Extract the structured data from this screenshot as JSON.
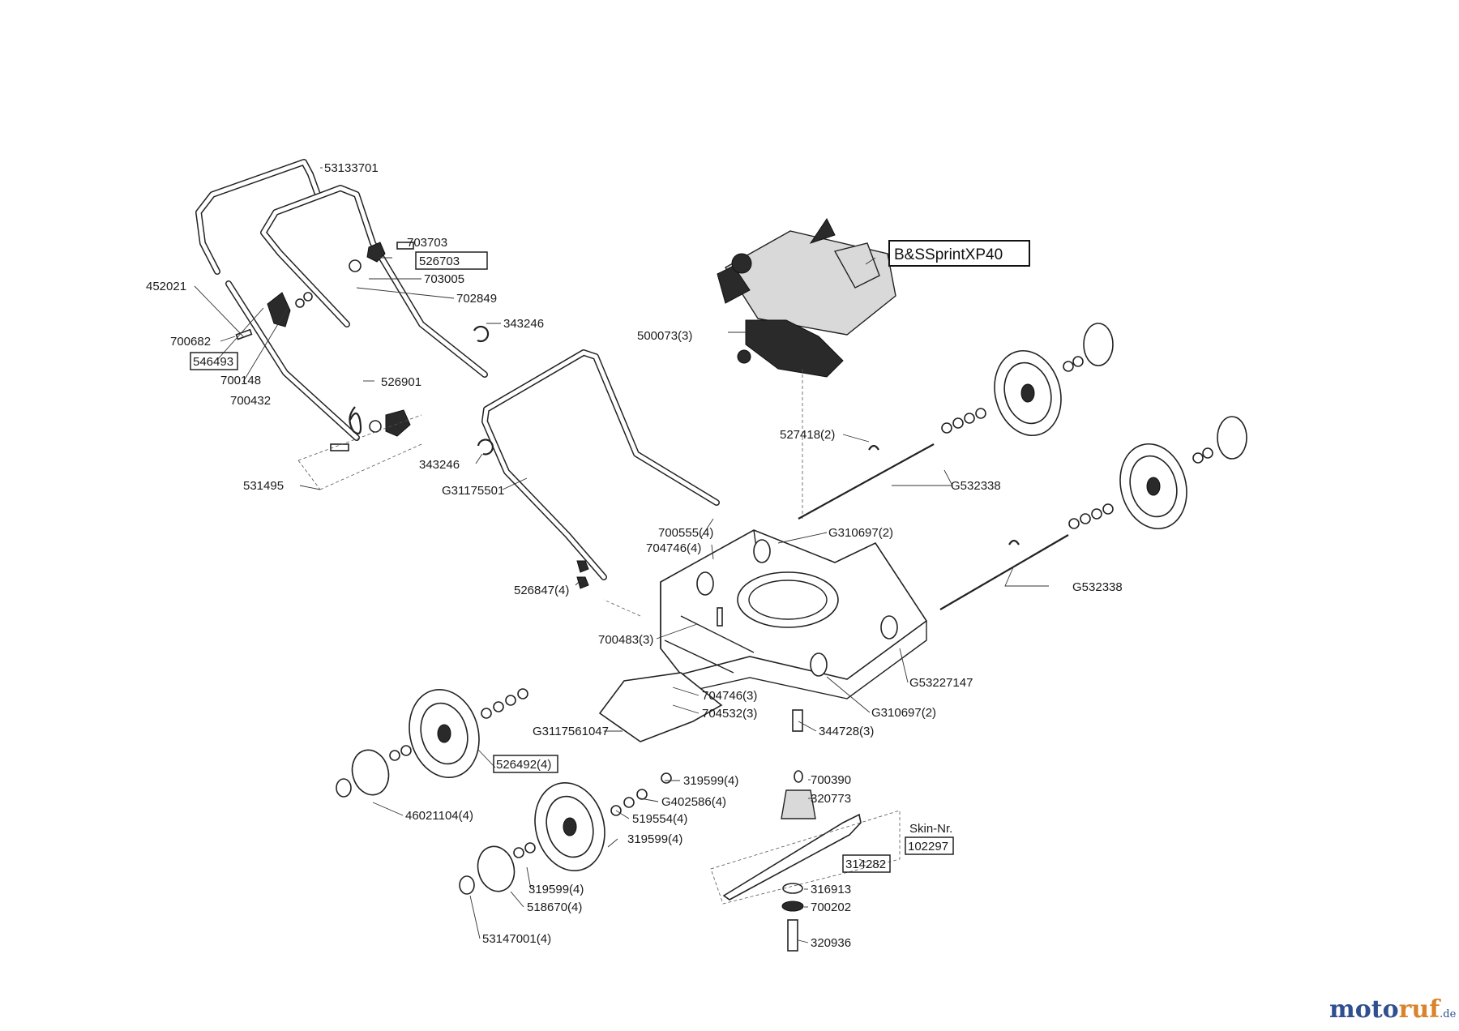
{
  "engine": {
    "label": "B&SSprintXP40"
  },
  "labels": {
    "p53133701": "53133701",
    "p703703": "703703",
    "p526703": "526703",
    "p703005": "703005",
    "p702849": "702849",
    "p452021": "452021",
    "p343246_a": "343246",
    "p700682": "700682",
    "p546493": "546493",
    "p700148": "700148",
    "p700432": "700432",
    "p526901": "526901",
    "p343246_b": "343246",
    "pG31175501": "G31175501",
    "p531495": "531495",
    "p500073": "500073(3)",
    "p527418": "527418(2)",
    "pG532338_a": "G532338",
    "pG310697_a": "G310697(2)",
    "p700555": "700555(4)",
    "p704746_a": "704746(4)",
    "pG532338_b": "G532338",
    "p526847": "526847(4)",
    "p700483": "700483(3)",
    "pG53227147": "G53227147",
    "p704746_b": "704746(3)",
    "p704532": "704532(3)",
    "pG310697_b": "G310697(2)",
    "pG3117561047": "G3117561047",
    "p344728": "344728(3)",
    "p526492": "526492(4)",
    "p319599_a": "319599(4)",
    "p700390": "700390",
    "pG402586": "G402586(4)",
    "p320773": "320773",
    "p519554": "519554(4)",
    "p46021104": "46021104(4)",
    "p319599_b": "319599(4)",
    "pSkin": "Skin-Nr.",
    "p102297": "102297",
    "p314282": "314282",
    "p319599_c": "319599(4)",
    "p316913": "316913",
    "p518670": "518670(4)",
    "p700202": "700202",
    "p53147001": "53147001(4)",
    "p320936": "320936"
  },
  "watermark": {
    "part1": "moto",
    "part2": "ruf",
    "suffix": ".de"
  }
}
